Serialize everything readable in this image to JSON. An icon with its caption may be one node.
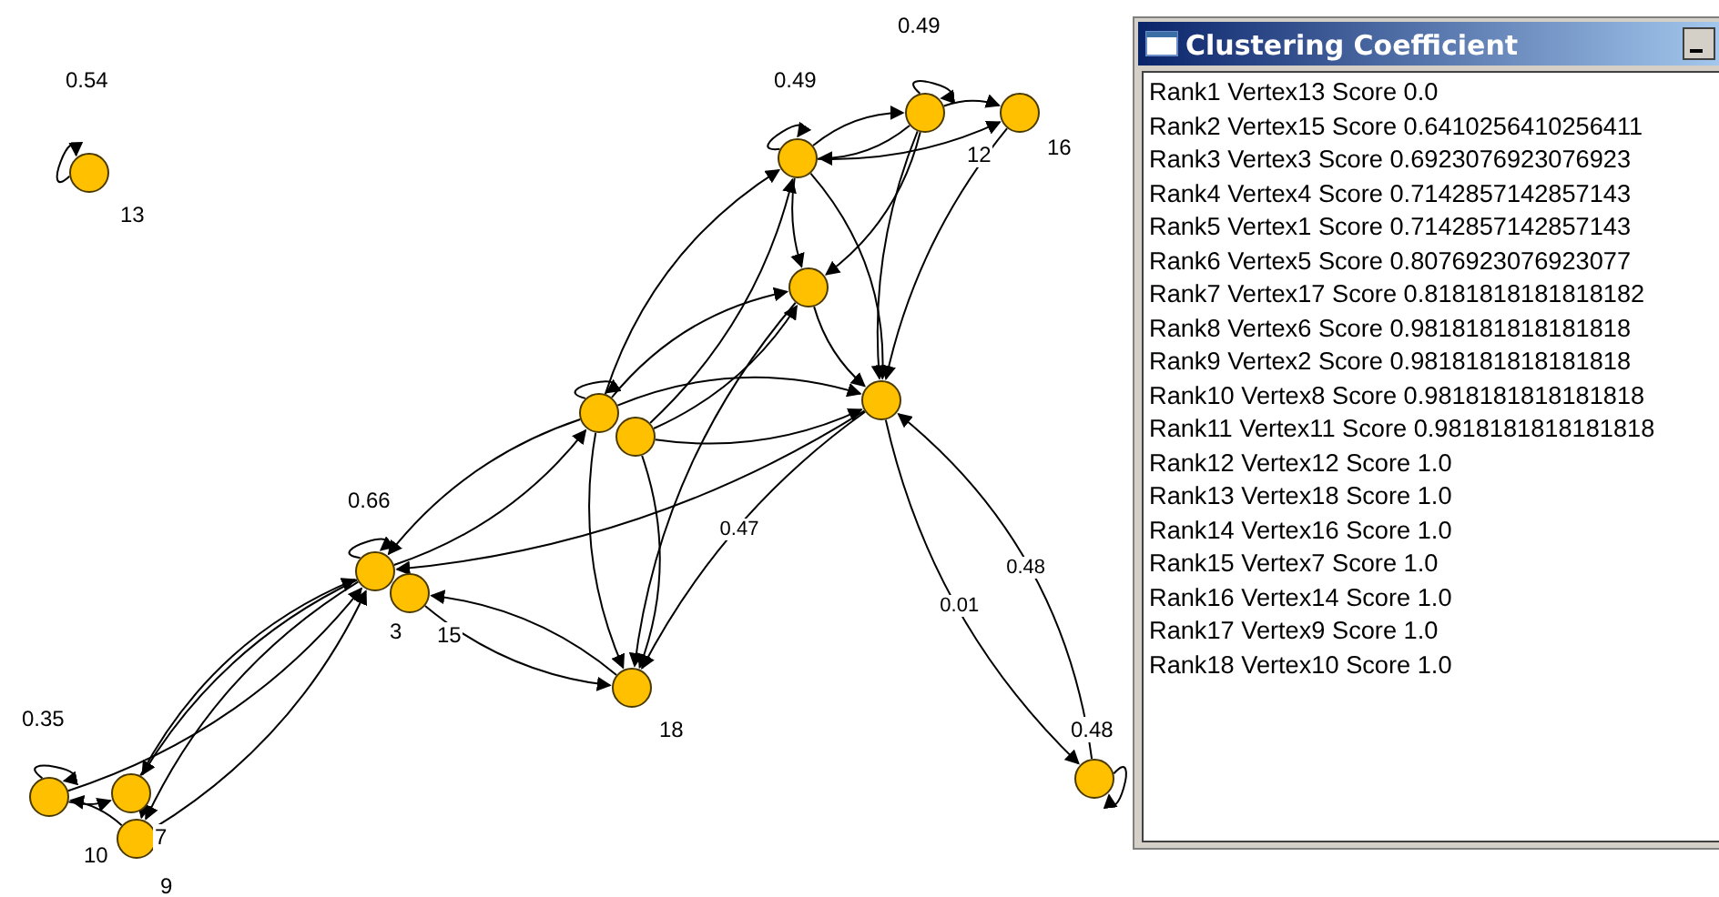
{
  "diagram": {
    "title": "Clustering Coefficient",
    "nodes": [
      {
        "text": [],
        "shape": "circle",
        "beside": [
          "0.54",
          "13"
        ]
      },
      {
        "text": [],
        "shape": "circle",
        "beside": [
          "0.49"
        ]
      },
      {
        "text": [],
        "shape": "circle",
        "beside": [
          "0.49",
          "12"
        ]
      },
      {
        "text": [],
        "shape": "circle",
        "beside": [
          "16"
        ]
      },
      {
        "text": [],
        "shape": "circle"
      },
      {
        "text": [],
        "shape": "circle"
      },
      {
        "text": [],
        "shape": "circle"
      },
      {
        "text": [],
        "shape": "circle"
      },
      {
        "text": [],
        "shape": "circle",
        "beside": [
          "0.66"
        ]
      },
      {
        "text": [],
        "shape": "circle",
        "beside": [
          "3",
          "15"
        ]
      },
      {
        "text": [],
        "shape": "circle",
        "beside": [
          "18"
        ]
      },
      {
        "text": [],
        "shape": "circle",
        "beside": [
          "0.48"
        ]
      },
      {
        "text": [],
        "shape": "circle",
        "beside": [
          "0.35"
        ]
      },
      {
        "text": [],
        "shape": "circle"
      },
      {
        "text": [],
        "shape": "circle",
        "beside": [
          "7",
          "10",
          "9"
        ]
      }
    ],
    "edges": [
      {
        "from": 0,
        "to": 0,
        "arrow": "to"
      },
      {
        "from": 1,
        "to": 1,
        "arrow": "to"
      },
      {
        "from": 2,
        "to": 2,
        "arrow": "to"
      },
      {
        "from": 8,
        "to": 8,
        "arrow": "to"
      },
      {
        "from": 11,
        "to": 11,
        "arrow": "to"
      },
      {
        "from": 12,
        "to": 12,
        "arrow": "to"
      },
      {
        "from": 6,
        "to": 6,
        "arrow": "to"
      },
      {
        "from": 1,
        "to": 2,
        "arrow": "to"
      },
      {
        "from": 2,
        "to": 1,
        "arrow": "to"
      },
      {
        "from": 1,
        "to": 3,
        "arrow": "to"
      },
      {
        "from": 2,
        "to": 3,
        "arrow": "to"
      },
      {
        "from": 1,
        "to": 4,
        "arrow": "to"
      },
      {
        "from": 2,
        "to": 4,
        "arrow": "to"
      },
      {
        "from": 1,
        "to": 5,
        "arrow": "to"
      },
      {
        "from": 2,
        "to": 5,
        "arrow": "to"
      },
      {
        "from": 3,
        "to": 5,
        "arrow": "to"
      },
      {
        "from": 4,
        "to": 5,
        "arrow": "to"
      },
      {
        "from": 6,
        "to": 1,
        "arrow": "to"
      },
      {
        "from": 7,
        "to": 1,
        "arrow": "to"
      },
      {
        "from": 6,
        "to": 4,
        "arrow": "to"
      },
      {
        "from": 7,
        "to": 4,
        "arrow": "to"
      },
      {
        "from": 6,
        "to": 5,
        "arrow": "to"
      },
      {
        "from": 7,
        "to": 5,
        "arrow": "to"
      },
      {
        "from": 6,
        "to": 8,
        "arrow": "to"
      },
      {
        "from": 8,
        "to": 6,
        "arrow": "to"
      },
      {
        "from": 5,
        "to": 8,
        "arrow": "to"
      },
      {
        "from": 6,
        "to": 10,
        "arrow": "to"
      },
      {
        "from": 7,
        "to": 10,
        "arrow": "to"
      },
      {
        "from": 4,
        "to": 10,
        "arrow": "to"
      },
      {
        "from": 5,
        "to": 10,
        "label": "0.47",
        "arrow": "to"
      },
      {
        "from": 9,
        "to": 10,
        "arrow": "to"
      },
      {
        "from": 10,
        "to": 9,
        "arrow": "to"
      },
      {
        "from": 5,
        "to": 11,
        "label": "0.01",
        "arrow": "to"
      },
      {
        "from": 11,
        "to": 5,
        "label": "0.48",
        "arrow": "to"
      },
      {
        "from": 12,
        "to": 8,
        "arrow": "to"
      },
      {
        "from": 13,
        "to": 8,
        "arrow": "to"
      },
      {
        "from": 14,
        "to": 8,
        "arrow": "to"
      },
      {
        "from": 8,
        "to": 13,
        "arrow": "to"
      },
      {
        "from": 8,
        "to": 14,
        "arrow": "to"
      },
      {
        "from": 12,
        "to": 13,
        "arrow": "to"
      },
      {
        "from": 13,
        "to": 14,
        "arrow": "to"
      },
      {
        "from": 14,
        "to": 12,
        "arrow": "to"
      }
    ],
    "labels": [
      "Rank1 Vertex13 Score 0.0",
      "Rank2 Vertex15 Score 0.6410256410256411",
      "Rank3 Vertex3 Score 0.6923076923076923",
      "Rank4 Vertex4 Score 0.7142857142857143",
      "Rank5 Vertex1 Score 0.7142857142857143",
      "Rank6 Vertex5 Score 0.8076923076923077",
      "Rank7 Vertex17 Score 0.8181818181818182",
      "Rank8 Vertex6 Score 0.9818181818181818",
      "Rank9 Vertex2 Score 0.9818181818181818",
      "Rank10 Vertex8 Score 0.9818181818181818",
      "Rank11 Vertex11 Score 0.9818181818181818",
      "Rank12 Vertex12 Score 1.0",
      "Rank13 Vertex18 Score 1.0",
      "Rank14 Vertex16 Score 1.0",
      "Rank15 Vertex7 Score 1.0",
      "Rank16 Vertex14 Score 1.0",
      "Rank17 Vertex9 Score 1.0",
      "Rank18 Vertex10 Score 1.0"
    ]
  }
}
